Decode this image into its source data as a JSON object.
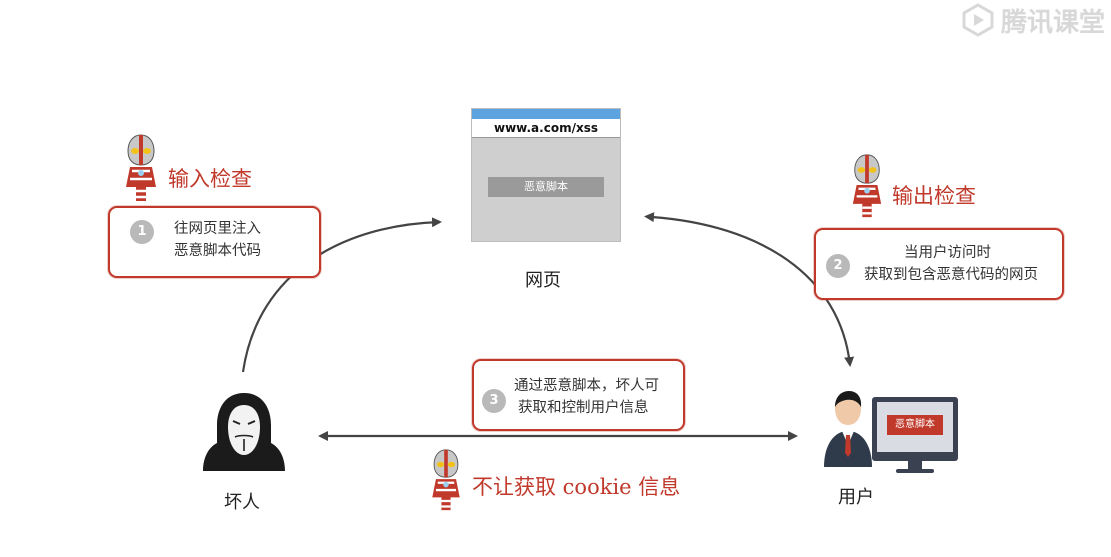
{
  "watermark": {
    "text": "腾讯课堂"
  },
  "webpage": {
    "url": "www.a.com/xss",
    "payload_label": "恶意脚本",
    "caption": "网页"
  },
  "attacker": {
    "caption": "坏人"
  },
  "user": {
    "caption": "用户",
    "screen_label": "恶意脚本"
  },
  "defenses": {
    "input_check": "输入检查",
    "output_check": "输出检查",
    "cookie_protect": "不让获取 cookie 信息"
  },
  "steps": [
    {
      "number": "1",
      "lines": [
        "往网页里注入",
        "恶意脚本代码"
      ]
    },
    {
      "number": "2",
      "lines": [
        "当用户访问时",
        "获取到包含恶意代码的网页"
      ]
    },
    {
      "number": "3",
      "lines": [
        "通过恶意脚本，坏人可",
        "获取和控制用户信息"
      ]
    }
  ],
  "colors": {
    "accent_red": "#c0392b",
    "arrow": "#444444",
    "browser_titlebar": "#5da3e0",
    "badge_gray": "#b9b9b9"
  },
  "icons": {
    "mascot": "ultraman-mascot-icon",
    "hacker": "masked-hacker-icon",
    "user": "businessman-icon",
    "monitor": "monitor-icon",
    "logo": "tencent-classroom-logo-icon"
  }
}
